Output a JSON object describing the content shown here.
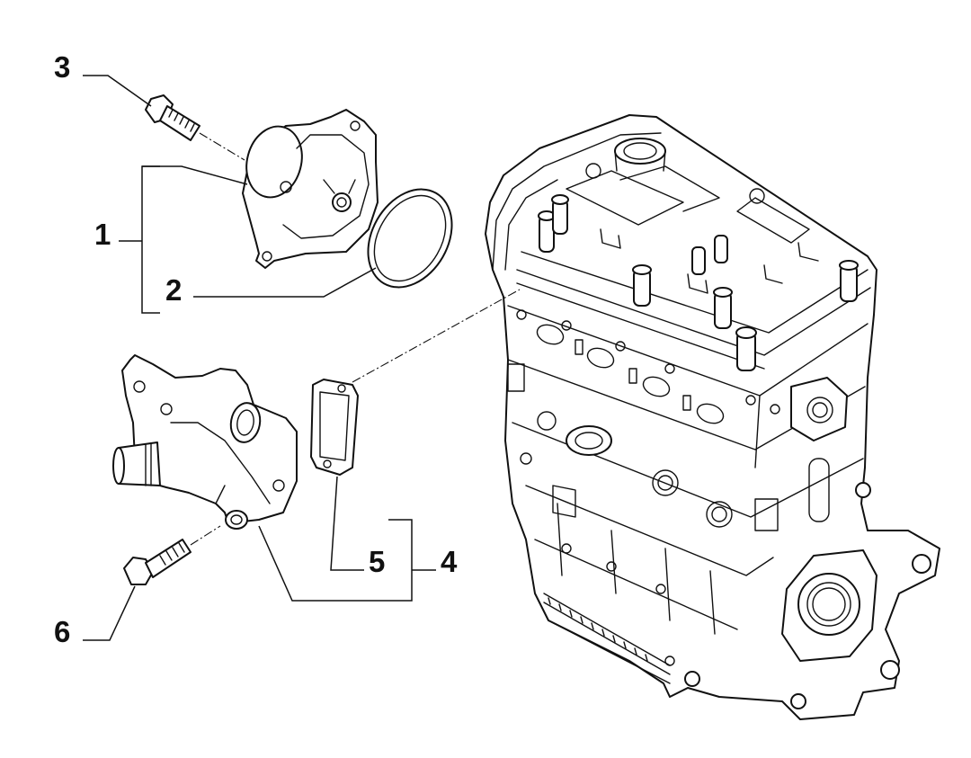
{
  "callouts": [
    {
      "id": "callout-3",
      "text": "3"
    },
    {
      "id": "callout-1",
      "text": "1"
    },
    {
      "id": "callout-2",
      "text": "2"
    },
    {
      "id": "callout-5",
      "text": "5"
    },
    {
      "id": "callout-4",
      "text": "4"
    },
    {
      "id": "callout-6",
      "text": "6"
    }
  ],
  "colors": {
    "line": "#111111",
    "background": "#ffffff"
  }
}
